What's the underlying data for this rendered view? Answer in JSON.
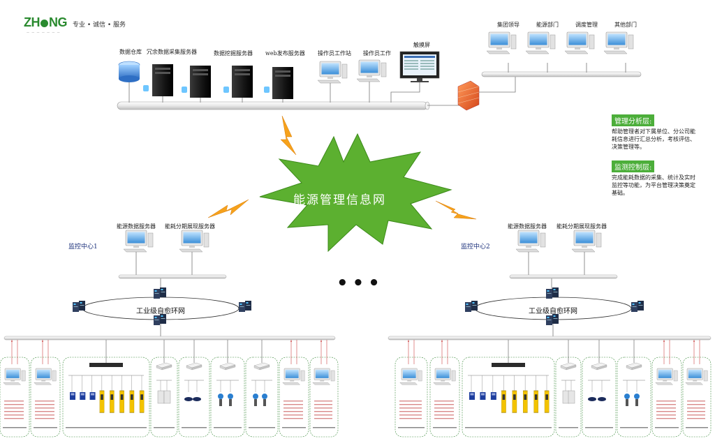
{
  "brand": {
    "logo": "ZH",
    "logo_rest": "NG",
    "slogan": "专业 • 诚信 • 服务"
  },
  "top_row": {
    "servers": [
      "数据仓库",
      "冗余数据采集服务器",
      "数据挖掘服务器",
      "web发布服务器"
    ],
    "workstations": [
      "操作员工作站",
      "操作员工作"
    ],
    "touchscreen": "触摸屏",
    "departments": [
      "集团领导",
      "能源部门",
      "调度管理",
      "其他部门"
    ]
  },
  "layers": [
    {
      "title": "管理分析层:",
      "desc": "帮助管理者对下属单位、分公司能耗信息进行汇总分析，考核评估、决策管理等。"
    },
    {
      "title": "监测控制层:",
      "desc": "完成能耗数据的采集、统计及实时监控等功能，为平台管理决策奠定基础。"
    }
  ],
  "network_label": "能源管理信息网",
  "ellipsis": "•••",
  "centers": [
    {
      "name": "监控中心1",
      "servers": [
        "能源数据服务器",
        "能耗分期展现服务器"
      ],
      "ring": "工业级自愈环网"
    },
    {
      "name": "监控中心2",
      "servers": [
        "能源数据服务器",
        "能耗分期展现服务器"
      ],
      "ring": "工业级自愈环网"
    }
  ],
  "colors": {
    "accent_green": "#4cae3a",
    "star": "#5cb030",
    "bolt_orange": "#f28a1c",
    "bolt_yellow": "#f8d23a"
  }
}
